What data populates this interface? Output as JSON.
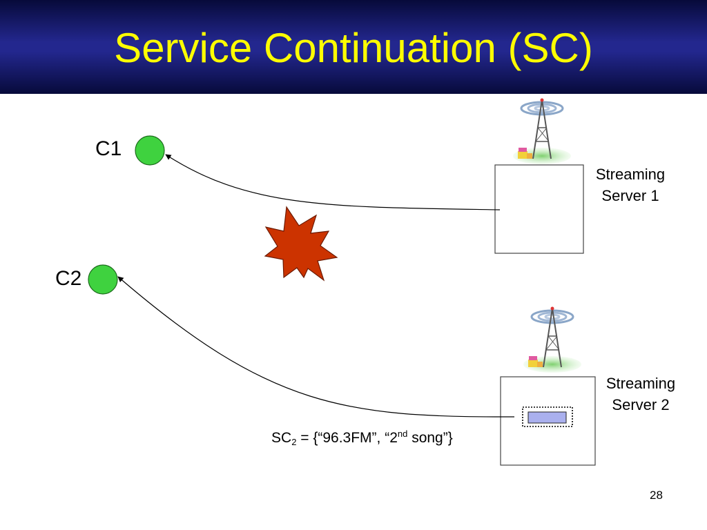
{
  "slide": {
    "title": "Service Continuation (SC)",
    "page_number": "28"
  },
  "clients": [
    {
      "label": "C1",
      "color": "#3fd23f"
    },
    {
      "label": "C2",
      "color": "#3fd23f"
    }
  ],
  "servers": [
    {
      "line1": "Streaming",
      "line2": "Server 1"
    },
    {
      "line1": "Streaming",
      "line2": "Server 2"
    }
  ],
  "sc_label": {
    "prefix": "SC",
    "subscript": "2",
    "middle": " = {“96.3FM”, “2",
    "superscript": "nd",
    "suffix": " song”}"
  },
  "colors": {
    "header_bg": "#23278e",
    "title_text": "#ffff00",
    "failure_burst": "#cc3300",
    "session_state_box": "#aab0ee"
  },
  "icons": [
    "radio-tower-icon",
    "failure-burst-icon"
  ]
}
